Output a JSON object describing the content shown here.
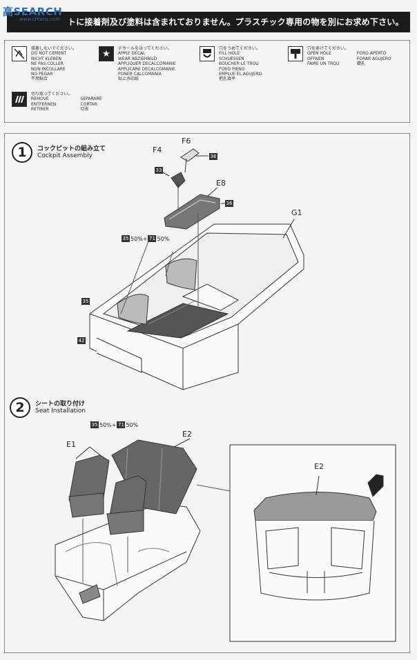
{
  "header": {
    "banner_text": "トに接着剤及び塗料は含まれておりません。プラスチック専用の物を別にお求め下さい。",
    "logo_main": "高SEARCH",
    "logo_sub": "www.chfans.com"
  },
  "legend": [
    {
      "icon": "no-cement-icon",
      "lines": [
        "接着しないでください。",
        "DO NOT CEMENT",
        "NICHT KLEBEN",
        "NE PAS COLLER",
        "NON INCOLLARE",
        "NO PEGAR",
        "不用粘合"
      ]
    },
    {
      "icon": "apply-decal-icon",
      "lines": [
        "デカールをはってください。",
        "APPLY DECAL",
        "WEAR ABZIEHBILD",
        "APPLIQUER DECALCOMANIE",
        "APPLICARE DECALCOMANIE",
        "PONER CALCOMANIA",
        "贴上水印纸"
      ]
    },
    {
      "icon": "fill-hole-icon",
      "lines": [
        "穴をうめてください。",
        "FILL HOLE",
        "SCHUESSEN",
        "BOUCHER LE TROU",
        "FORO PIENO",
        "EMPLUE EL AGUJERO",
        "把孔填平"
      ]
    },
    {
      "icon": "open-hole-icon",
      "lines": [
        "穴をあけてください。",
        "OPEN HOLE",
        "OFFNEN",
        "FAIRE UN TROU"
      ],
      "lines2": [
        "FORO APERTO",
        "FORAR AGUJERO",
        "鑽孔"
      ]
    },
    {
      "icon": "remove-icon",
      "lines": [
        "切り取ってください。",
        "REMOVE",
        "ENTFERNEN",
        "RETIRER"
      ],
      "lines2": [
        "SEPARARE",
        "CORTAR",
        "切去"
      ]
    }
  ],
  "step1": {
    "number": "1",
    "title_jp": "コックピットの組み立て",
    "title_en": "Cockpit Assembly",
    "parts": {
      "f4": "F4",
      "f6": "F6",
      "e8": "E8",
      "g1": "G1"
    },
    "codes": {
      "c36": "36",
      "c33": "33",
      "c35": "35",
      "c71": "71",
      "c42": "42"
    },
    "paint_mix": {
      "pct_a": "50%+",
      "pct_b": "50%"
    }
  },
  "step2": {
    "number": "2",
    "title_jp": "シートの取り付け",
    "title_en": "Seat Installation",
    "parts": {
      "e1": "E1",
      "e2": "E2",
      "e2_detail": "E2"
    },
    "codes": {
      "c35": "35",
      "c71": "71"
    },
    "paint_mix": {
      "pct_a": "50%+",
      "pct_b": "50%"
    }
  }
}
